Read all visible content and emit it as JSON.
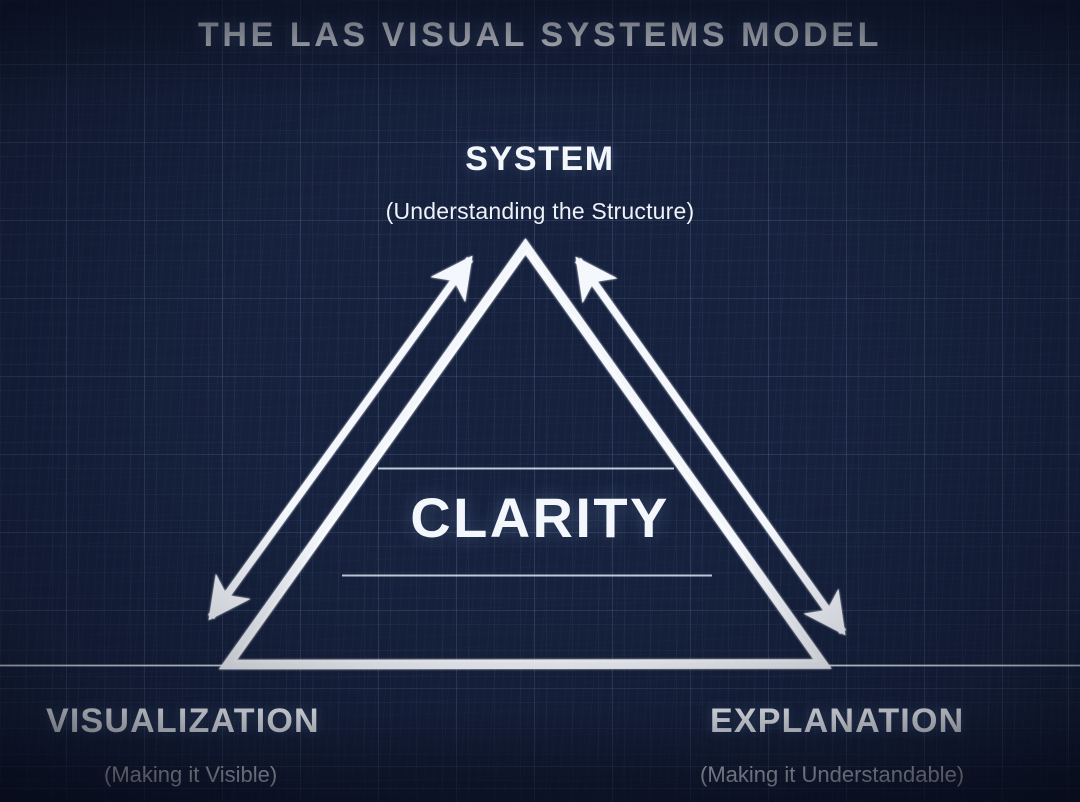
{
  "page": {
    "title": "THE LAS VISUAL SYSTEMS MODEL",
    "background_color": "#16213d",
    "grid_color": "#2a3a5c",
    "ink_color": "#f3f6fb"
  },
  "diagram": {
    "type": "triangle-model",
    "center": {
      "label": "CLARITY"
    },
    "vertices": [
      {
        "position": "top",
        "label": "SYSTEM",
        "sublabel": "(Understanding the Structure)"
      },
      {
        "position": "bottom-left",
        "label": "VISUALIZATION",
        "sublabel": "(Making it Visible)"
      },
      {
        "position": "bottom-right",
        "label": "EXPLANATION",
        "sublabel": "(Making it Understandable)"
      }
    ],
    "connectors": [
      {
        "name": "left-leg-arrow",
        "from": "VISUALIZATION",
        "to": "SYSTEM",
        "style": "double-headed"
      },
      {
        "name": "right-leg-arrow",
        "from": "EXPLANATION",
        "to": "SYSTEM",
        "style": "double-headed"
      },
      {
        "name": "base-arrow",
        "from": "VISUALIZATION",
        "to": "EXPLANATION",
        "style": "double-headed"
      }
    ]
  }
}
